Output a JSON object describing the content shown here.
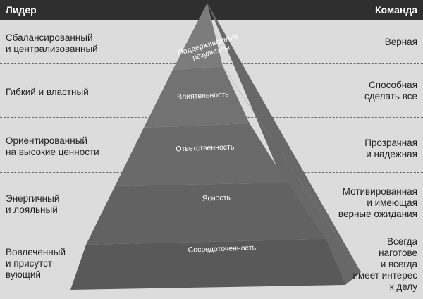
{
  "header": {
    "left": "Лидер",
    "right": "Команда"
  },
  "levels": [
    {
      "pyramid_lines": [
        "Поддерживаемые",
        "результаты"
      ],
      "left": [
        "Сбалансированный",
        "и централизованный"
      ],
      "right": [
        "Верная"
      ]
    },
    {
      "pyramid_lines": [
        "Влиятельность"
      ],
      "left": [
        "Гибкий и властный"
      ],
      "right": [
        "Способная",
        "сделать все"
      ]
    },
    {
      "pyramid_lines": [
        "Ответственность"
      ],
      "left": [
        "Ориентированный",
        "на высокие ценности"
      ],
      "right": [
        "Прозрачная",
        "и надежная"
      ]
    },
    {
      "pyramid_lines": [
        "Ясность"
      ],
      "left": [
        "Энергичный",
        "и лояльный"
      ],
      "right": [
        "Мотивированная",
        "и имеющая",
        "верные ожидания"
      ]
    },
    {
      "pyramid_lines": [
        "Сосредоточенность"
      ],
      "left": [
        "Вовлеченный",
        "и присутст-",
        "вующий"
      ],
      "right": [
        "Всегда",
        "наготове",
        "и всегда",
        "имеет интерес",
        "к делу"
      ]
    }
  ],
  "colors": {
    "background": "#dcdcdc",
    "header": "#2f2f2f",
    "pyramid_front": [
      "#7a7a7a",
      "#6e6e6e",
      "#666666",
      "#5f5f5f",
      "#575757"
    ],
    "pyramid_side": "#6c6c6c"
  }
}
